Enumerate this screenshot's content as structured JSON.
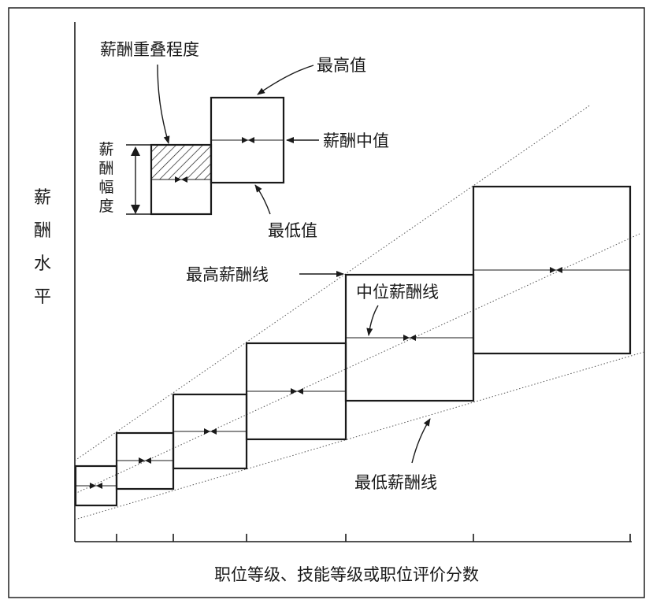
{
  "labels": {
    "y_axis": [
      "薪",
      "酬",
      "水",
      "平"
    ],
    "x_axis": "职位等级、技能等级或职位评价分数",
    "overlap": "薪酬重叠程度",
    "max_value": "最高值",
    "median_value": "薪酬中值",
    "min_value": "最低值",
    "range": [
      "薪",
      "酬",
      "幅",
      "度"
    ],
    "max_line": "最高薪酬线",
    "median_line": "中位薪酬线",
    "min_line": "最低薪酬线"
  },
  "colors": {
    "ink": "#1a1a1a",
    "dotted": "#555555",
    "frame": "#222222"
  }
}
